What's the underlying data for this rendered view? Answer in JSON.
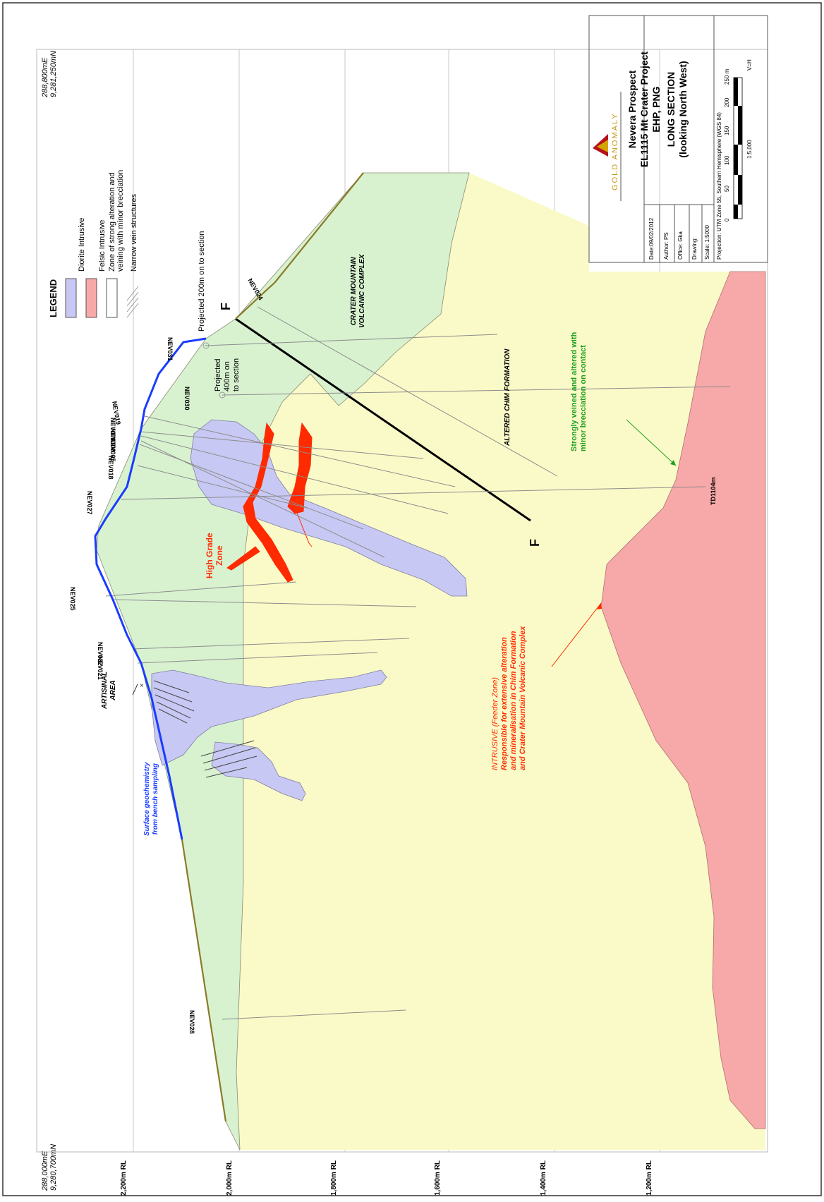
{
  "colors": {
    "diorite": "#c8c8f4",
    "felsic": "#f7a8a8",
    "crater_complex": "#d8f2d0",
    "chim_formation": "#fafac8",
    "high_grade": "#ff2a00",
    "surface_geochem": "#1a3cff",
    "topography": "#8a7a2a",
    "fault": "#000000",
    "annotation_red": "#ff2a00",
    "annotation_green": "#1fa01f",
    "annotation_blue": "#1a3cff"
  },
  "coords": {
    "top_right_e": "288,800mE",
    "top_right_n": "9,281,250mN",
    "bottom_left_e": "288,000mE",
    "bottom_left_n": "9,280,700mN"
  },
  "rl_labels": [
    "2,200m RL",
    "2,000m RL",
    "1,800m RL",
    "1,600m RL",
    "1,400m RL",
    "1,200m RL"
  ],
  "legend": {
    "title": "LEGEND",
    "items": [
      {
        "label": "Diorite Intrusive",
        "swatch": "diorite"
      },
      {
        "label": "Felsic Intrusive",
        "swatch": "felsic"
      },
      {
        "label": "Zone of strong alteration and veining with minor brecciation",
        "swatch": "white"
      },
      {
        "label": "Narrow vein structures",
        "swatch": "hatch"
      }
    ]
  },
  "drillholes": [
    "NEV024",
    "NEV031",
    "NEV030",
    "NEV019",
    "NEV002",
    "NEV008",
    "NEV005",
    "NEV018",
    "NEV027",
    "NEV025",
    "NEV032",
    "NEV021",
    "NEV028"
  ],
  "labels": {
    "projected_200": "Projected 200m on to section",
    "projected_400_1": "Projected",
    "projected_400_2": "400m on",
    "projected_400_3": "to section",
    "crater_1": "CRATER MOUNTAIN",
    "crater_2": "VOLCANIC COMPLEX",
    "altered_chim": "ALTERED CHIM FORMATION",
    "strongly_1": "Strongly veined and altered with",
    "strongly_2": "minor brecciation on contact",
    "td": "TD1104m",
    "high_grade_1": "High Grade",
    "high_grade_2": "Zone",
    "intrusive_1": "INTRUSIVE (Feeder Zone)",
    "intrusive_2": "Responsible for extensive alteration",
    "intrusive_3": "and mineralisation in Chim Formation",
    "intrusive_4": "and Crater Mountain Volcanic Complex",
    "artisinal_1": "ARTISINAL",
    "artisinal_2": "AREA",
    "surface_1": "Surface geochemistry",
    "surface_2": "from bench sampling",
    "fault_top": "F",
    "fault_bottom": "F"
  },
  "title_block": {
    "company": "GOLD ANOMALY",
    "title_1": "Nevera Prospect",
    "title_2": "EL1115 Mt Crater Project",
    "title_3": "EHP, PNG",
    "title_4": "LONG SECTION",
    "title_5": "(looking North West)",
    "date": "Date:09/02/2012",
    "author": "Author: PS",
    "office": "Office: Gka",
    "drawing": "Drawing:",
    "scale": "Scale: 1:5000",
    "projection": "Projection: UTM Zone 55, Southern Hemisphere (WGS 84)",
    "scale_ticks": [
      "0",
      "50",
      "100",
      "150",
      "200",
      "250 m"
    ],
    "ratio": "1:5,000",
    "vh": "V=H"
  }
}
